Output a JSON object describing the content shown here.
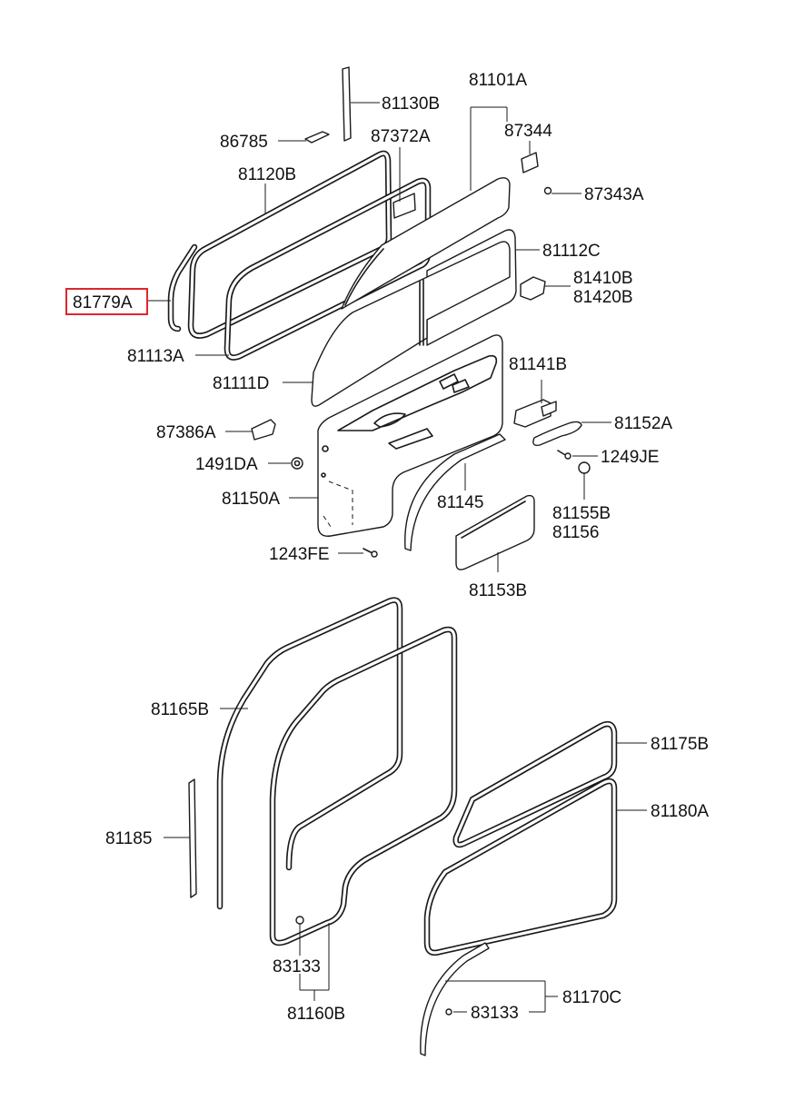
{
  "labels": {
    "p81130B": "81130B",
    "p81101A": "81101A",
    "p86785": "86785",
    "p87372A": "87372A",
    "p87344": "87344",
    "p81120B": "81120B",
    "p87343A": "87343A",
    "p81112C": "81112C",
    "p81410B": "81410B",
    "p81420B": "81420B",
    "p81779A": "81779A",
    "p81113A": "81113A",
    "p81141B": "81141B",
    "p81111D": "81111D",
    "p81152A": "81152A",
    "p87386A": "87386A",
    "p1249JE": "1249JE",
    "p1491DA": "1491DA",
    "p81150A": "81150A",
    "p81145": "81145",
    "p81155B": "81155B",
    "p81156": "81156",
    "p1243FE": "1243FE",
    "p81153B": "81153B",
    "p81165B": "81165B",
    "p81175B": "81175B",
    "p81180A": "81180A",
    "p81185": "81185",
    "p83133a": "83133",
    "p81160B": "81160B",
    "p81170C": "81170C",
    "p83133b": "83133"
  },
  "highlight": {
    "part": "81779A",
    "color": "#e0252b"
  }
}
